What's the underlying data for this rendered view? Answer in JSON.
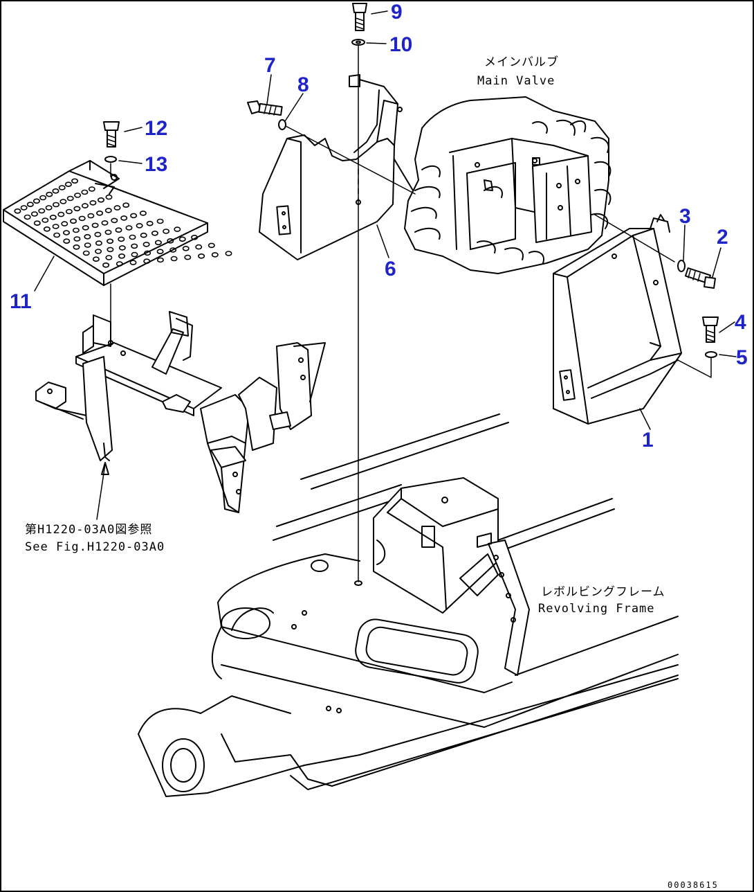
{
  "callouts": [
    {
      "id": "1",
      "label": "1"
    },
    {
      "id": "2",
      "label": "2"
    },
    {
      "id": "3",
      "label": "3"
    },
    {
      "id": "4",
      "label": "4"
    },
    {
      "id": "5",
      "label": "5"
    },
    {
      "id": "6",
      "label": "6"
    },
    {
      "id": "7",
      "label": "7"
    },
    {
      "id": "8",
      "label": "8"
    },
    {
      "id": "9",
      "label": "9"
    },
    {
      "id": "10",
      "label": "10"
    },
    {
      "id": "11",
      "label": "11"
    },
    {
      "id": "12",
      "label": "12"
    },
    {
      "id": "13",
      "label": "13"
    }
  ],
  "labels": {
    "main_valve_jp": "メインバルブ",
    "main_valve_en": "Main Valve",
    "revolving_frame_jp": "レボルビングフレーム",
    "revolving_frame_en": "Revolving Frame",
    "see_fig_jp": "第H1220-03A0図参照",
    "see_fig_en": "See Fig.H1220-03A0"
  },
  "drawing_code": "00038615",
  "colors": {
    "callout": "#1f24c8",
    "line": "#000000",
    "background": "#ffffff"
  }
}
